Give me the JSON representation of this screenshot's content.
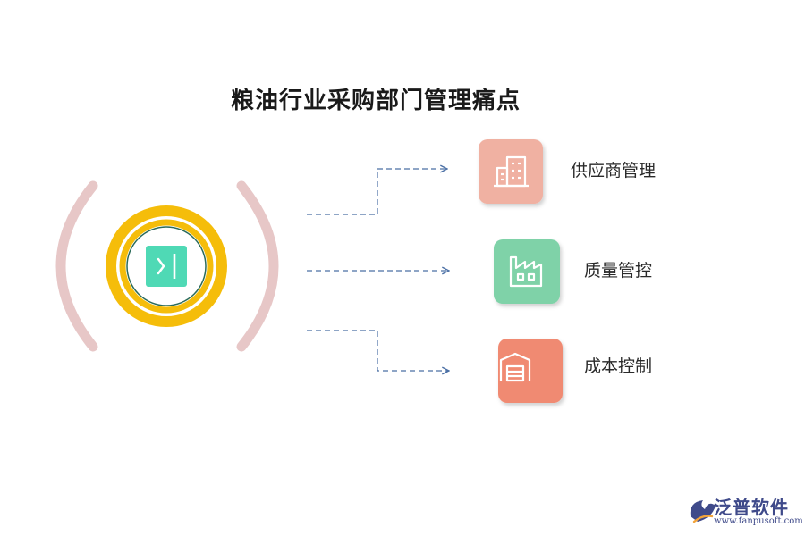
{
  "title": "粮油行业采购部门管理痛点",
  "items": [
    {
      "label": "供应商管理",
      "icon": "building-icon",
      "color": "#f0b1a2"
    },
    {
      "label": "质量管控",
      "icon": "factory-icon",
      "color": "#7fd2a8"
    },
    {
      "label": "成本控制",
      "icon": "warehouse-icon",
      "color": "#f08a72"
    }
  ],
  "center_icon": "sidebar-expand-icon",
  "colors": {
    "ring": "#f5bd0a",
    "center_fill": "#ffffff",
    "center_stroke": "#2b6b5a",
    "center_icon_bg": "#4fd9b5",
    "bracket": "#e7c7c7",
    "connector": "#4a6fa5"
  },
  "brand": {
    "name": "泛普软件",
    "url": "www.fanpusoft.com"
  }
}
